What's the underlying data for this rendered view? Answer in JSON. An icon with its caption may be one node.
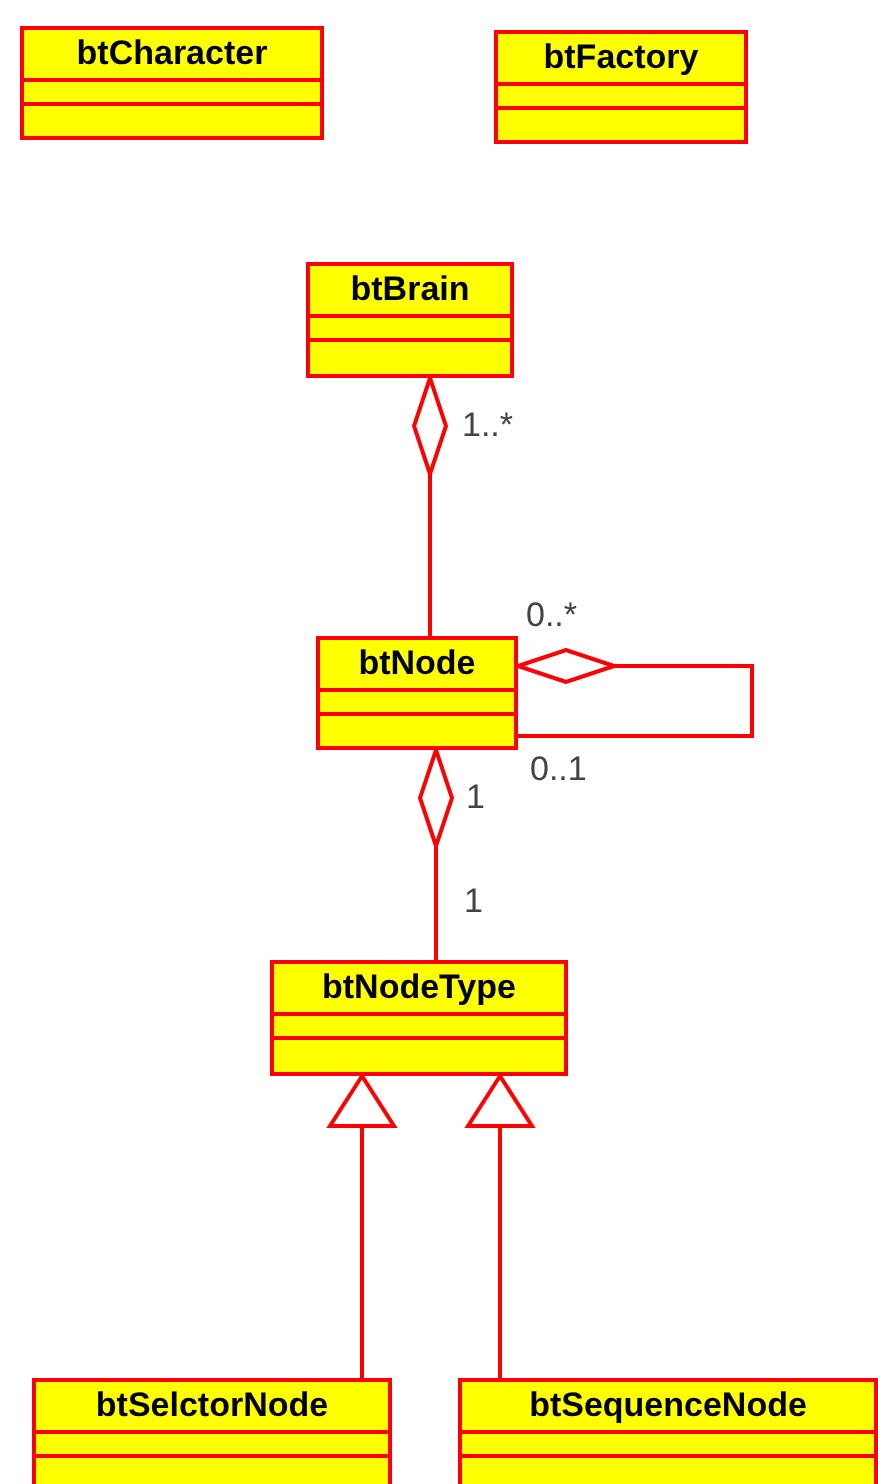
{
  "diagram": {
    "nodes": [
      {
        "text": [
          "btCharacter"
        ]
      },
      {
        "text": [
          "btFactory"
        ]
      },
      {
        "text": [
          "btBrain"
        ]
      },
      {
        "text": [
          "btNode"
        ]
      },
      {
        "text": [
          "btNodeType"
        ]
      },
      {
        "text": [
          "btSelctorNode"
        ]
      },
      {
        "text": [
          "btSequenceNode"
        ]
      }
    ],
    "edges": [
      {
        "from": 2,
        "to": 3,
        "arrow": "other"
      },
      {
        "from": 3,
        "to": 3,
        "arrow": "other"
      },
      {
        "from": 3,
        "to": 4,
        "arrow": "other"
      },
      {
        "from": 5,
        "to": 4,
        "arrow": "to"
      },
      {
        "from": 6,
        "to": 4,
        "arrow": "to"
      }
    ],
    "labels": [
      "1..*",
      "0..*",
      "0..1",
      "1",
      "1"
    ]
  }
}
